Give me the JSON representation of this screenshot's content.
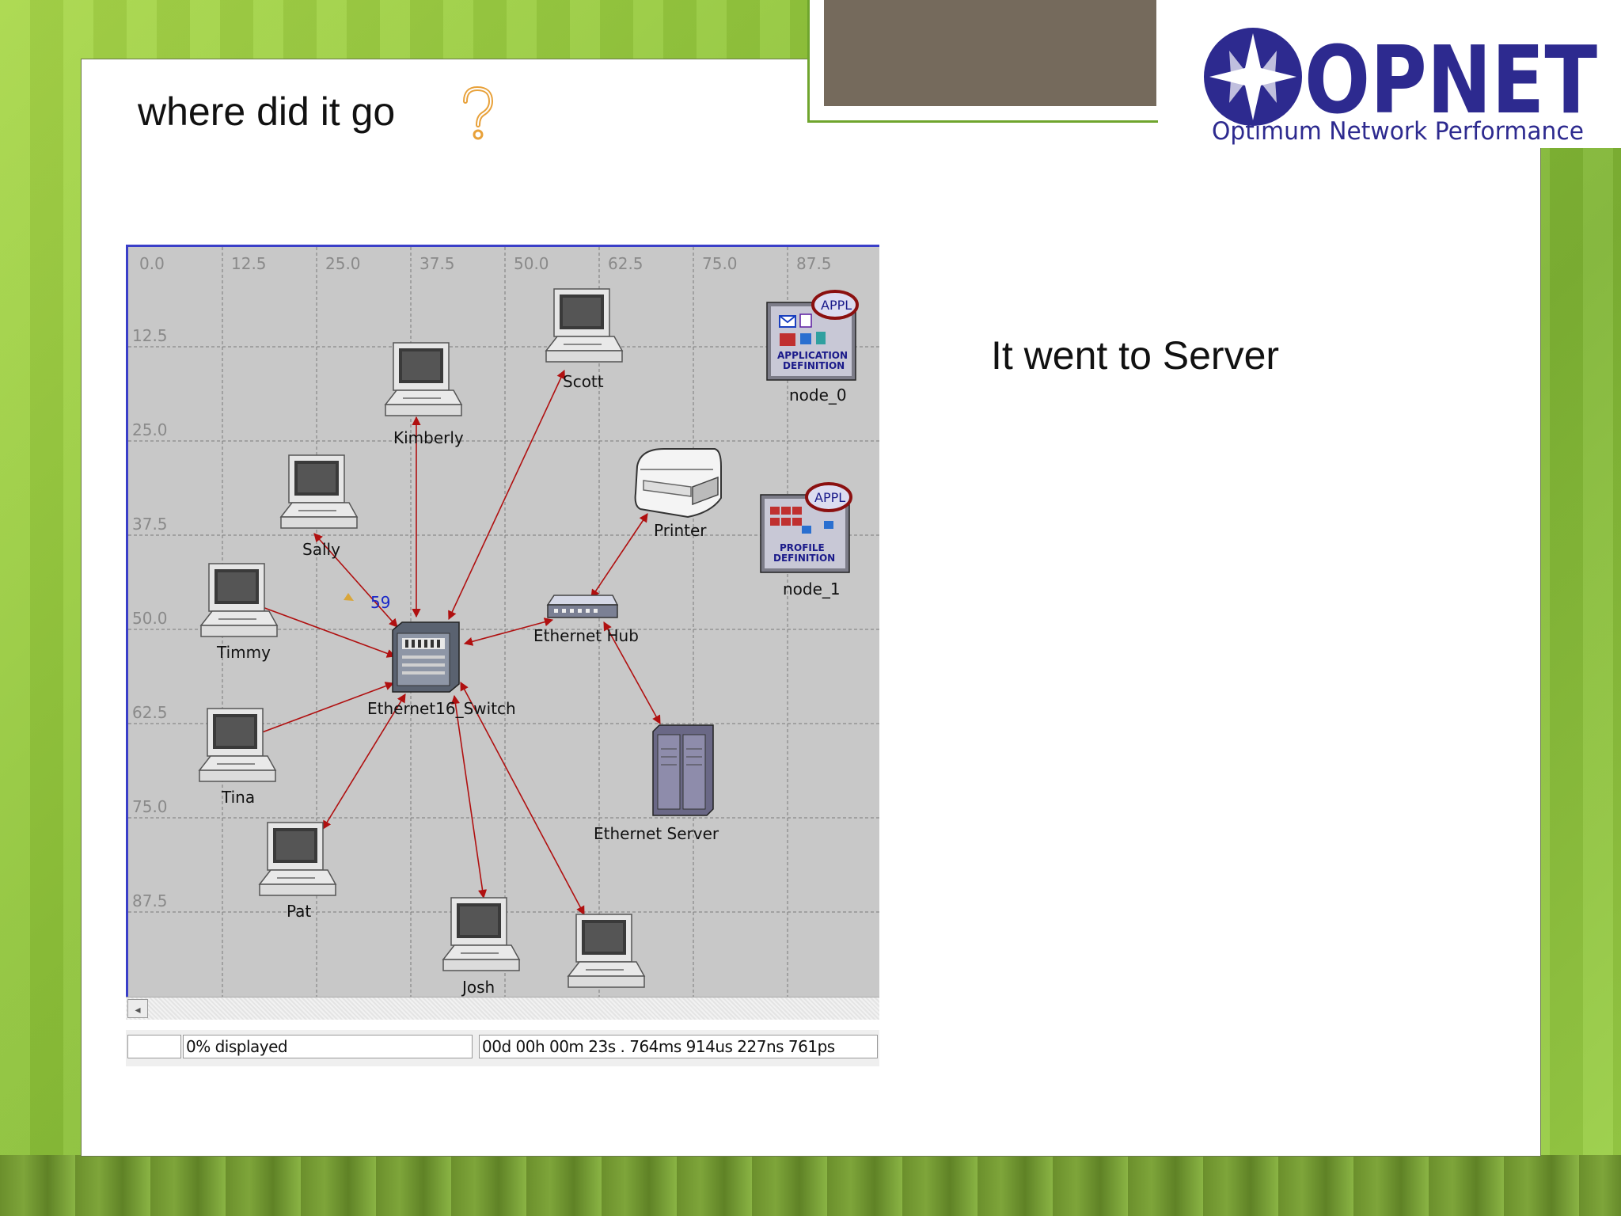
{
  "slide": {
    "title": "where did it go",
    "answer": "It went to Server"
  },
  "logo": {
    "brand": "OPNET",
    "tagline": "Optimum Network Performance"
  },
  "simulator": {
    "x_ticks": [
      "0.0",
      "12.5",
      "25.0",
      "37.5",
      "50.0",
      "62.5",
      "75.0",
      "87.5"
    ],
    "y_ticks": [
      "12.5",
      "25.0",
      "37.5",
      "50.0",
      "62.5",
      "75.0",
      "87.5"
    ],
    "nodes": {
      "scott": "Scott",
      "kimberly": "Kimberly",
      "sally": "Sally",
      "timmy": "Timmy",
      "tina": "Tina",
      "pat": "Pat",
      "josh": "Josh",
      "printer": "Printer",
      "hub": "Ethernet Hub",
      "switch": "Ethernet16_Switch",
      "server": "Ethernet Server",
      "node0": "node_0",
      "node1": "node_1"
    },
    "app_badge": "APPL",
    "app_def_line1": "APPLICATION",
    "app_def_line2": "DEFINITION",
    "prof_def_line1": "PROFILE",
    "prof_def_line2": "DEFINITION",
    "packet_count": "59",
    "status_displayed": "0% displayed",
    "status_time": "00d 00h 00m 23s . 764ms 914us 227ns 761ps"
  },
  "colors": {
    "link": "#b01010",
    "canvas": "#c8c8c8",
    "accent_green": "#6fa52d",
    "logo_blue": "#2d2a8f"
  }
}
